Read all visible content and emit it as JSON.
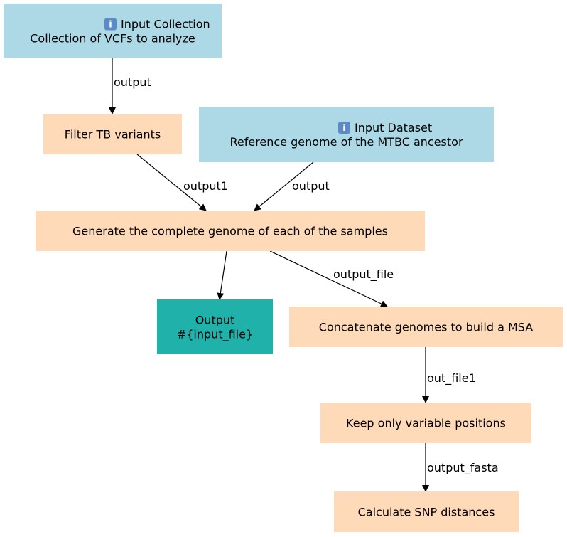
{
  "colors": {
    "input": "#add8e6",
    "step": "#ffdab9",
    "output": "#20b2aa",
    "edge": "#000000"
  },
  "nodes": [
    {
      "id": "input_collection",
      "kind": "input",
      "icon": "info-icon",
      "lines": [
        "Input Collection",
        "Collection of VCFs to analyze"
      ]
    },
    {
      "id": "filter_tb",
      "kind": "step",
      "lines": [
        "Filter TB variants"
      ]
    },
    {
      "id": "input_dataset",
      "kind": "input",
      "icon": "info-icon",
      "lines": [
        "Input Dataset",
        "Reference genome of the MTBC ancestor"
      ]
    },
    {
      "id": "generate_genome",
      "kind": "step",
      "lines": [
        "Generate the complete genome of each of the samples"
      ]
    },
    {
      "id": "output_node",
      "kind": "output",
      "lines": [
        "Output",
        "#{input_file}"
      ]
    },
    {
      "id": "concatenate",
      "kind": "step",
      "lines": [
        "Concatenate genomes to build a MSA"
      ]
    },
    {
      "id": "keep_variable",
      "kind": "step",
      "lines": [
        "Keep only variable positions"
      ]
    },
    {
      "id": "snp_distances",
      "kind": "step",
      "lines": [
        "Calculate SNP distances"
      ]
    }
  ],
  "edges": [
    {
      "from": "input_collection",
      "to": "filter_tb",
      "label": "output"
    },
    {
      "from": "filter_tb",
      "to": "generate_genome",
      "label": "output1"
    },
    {
      "from": "input_dataset",
      "to": "generate_genome",
      "label": "output"
    },
    {
      "from": "generate_genome",
      "to": "output_node",
      "label": ""
    },
    {
      "from": "generate_genome",
      "to": "concatenate",
      "label": "output_file"
    },
    {
      "from": "concatenate",
      "to": "keep_variable",
      "label": "out_file1"
    },
    {
      "from": "keep_variable",
      "to": "snp_distances",
      "label": "output_fasta"
    }
  ]
}
